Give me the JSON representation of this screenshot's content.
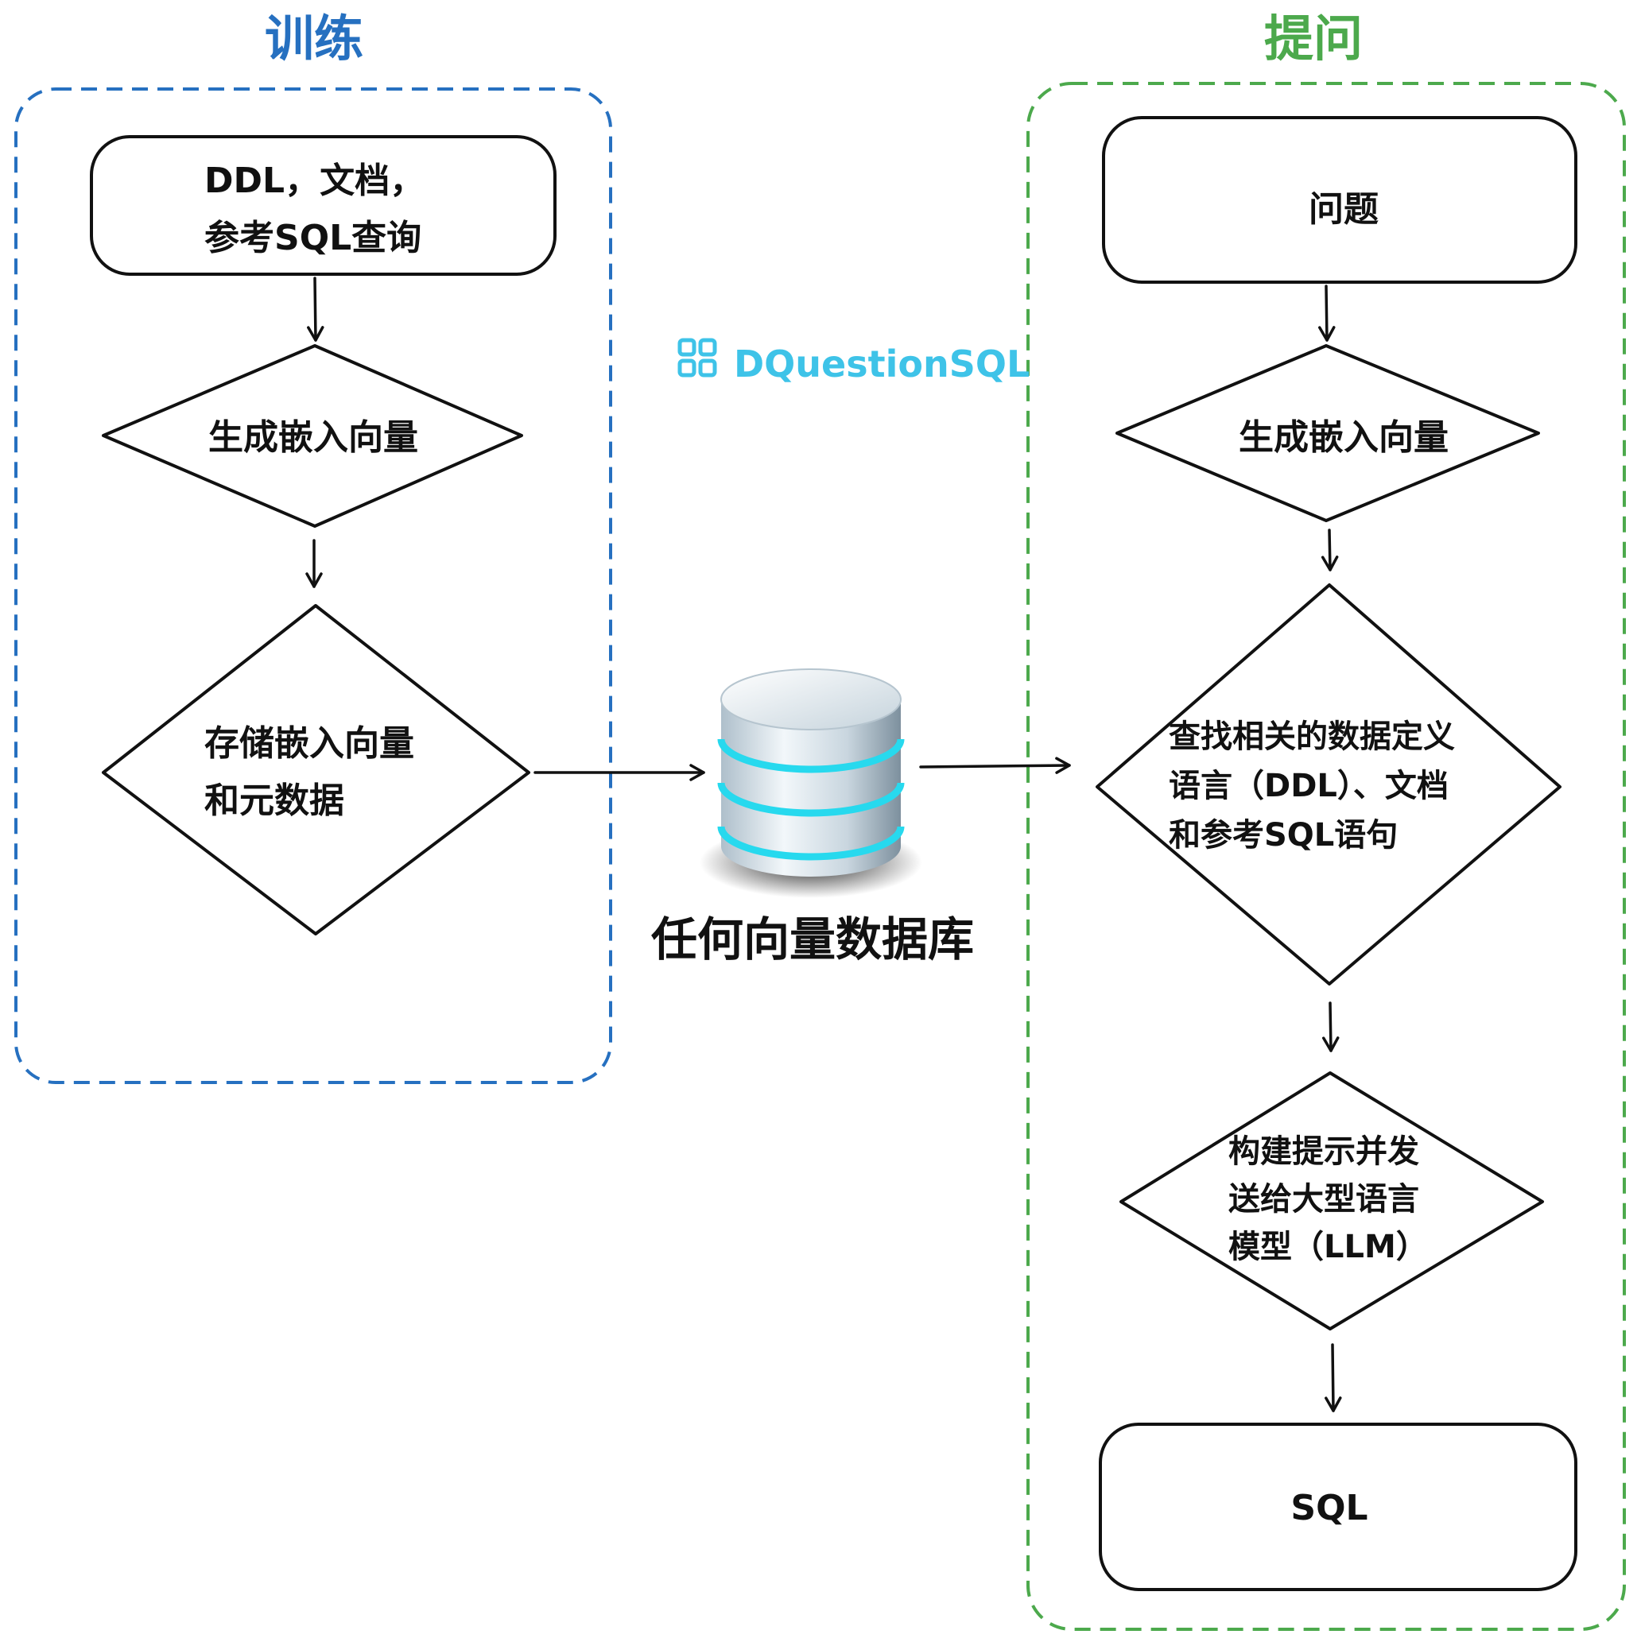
{
  "colors": {
    "train": "#2670c0",
    "ask": "#4ca94c",
    "brand": "#3ec3e8",
    "stroke": "#111111",
    "db_glow": "#27d9ee"
  },
  "train": {
    "title": "训练",
    "source_box": [
      "DDL，文档，",
      "参考SQL查询"
    ],
    "embed": "生成嵌入向量",
    "store": [
      "存储嵌入向量",
      "和元数据"
    ]
  },
  "database": {
    "label": "任何向量数据库",
    "icon": "database-icon"
  },
  "brand": {
    "name": "DQuestionSQL",
    "icon": "grid-logo-icon"
  },
  "ask": {
    "title": "提问",
    "question": "问题",
    "embed": "生成嵌入向量",
    "lookup": [
      "查找相关的数据定义",
      "语言（DDL）、文档",
      "和参考SQL语句"
    ],
    "prompt": [
      "构建提示并发",
      "送给大型语言",
      "模型（LLM）"
    ],
    "result": "SQL"
  }
}
